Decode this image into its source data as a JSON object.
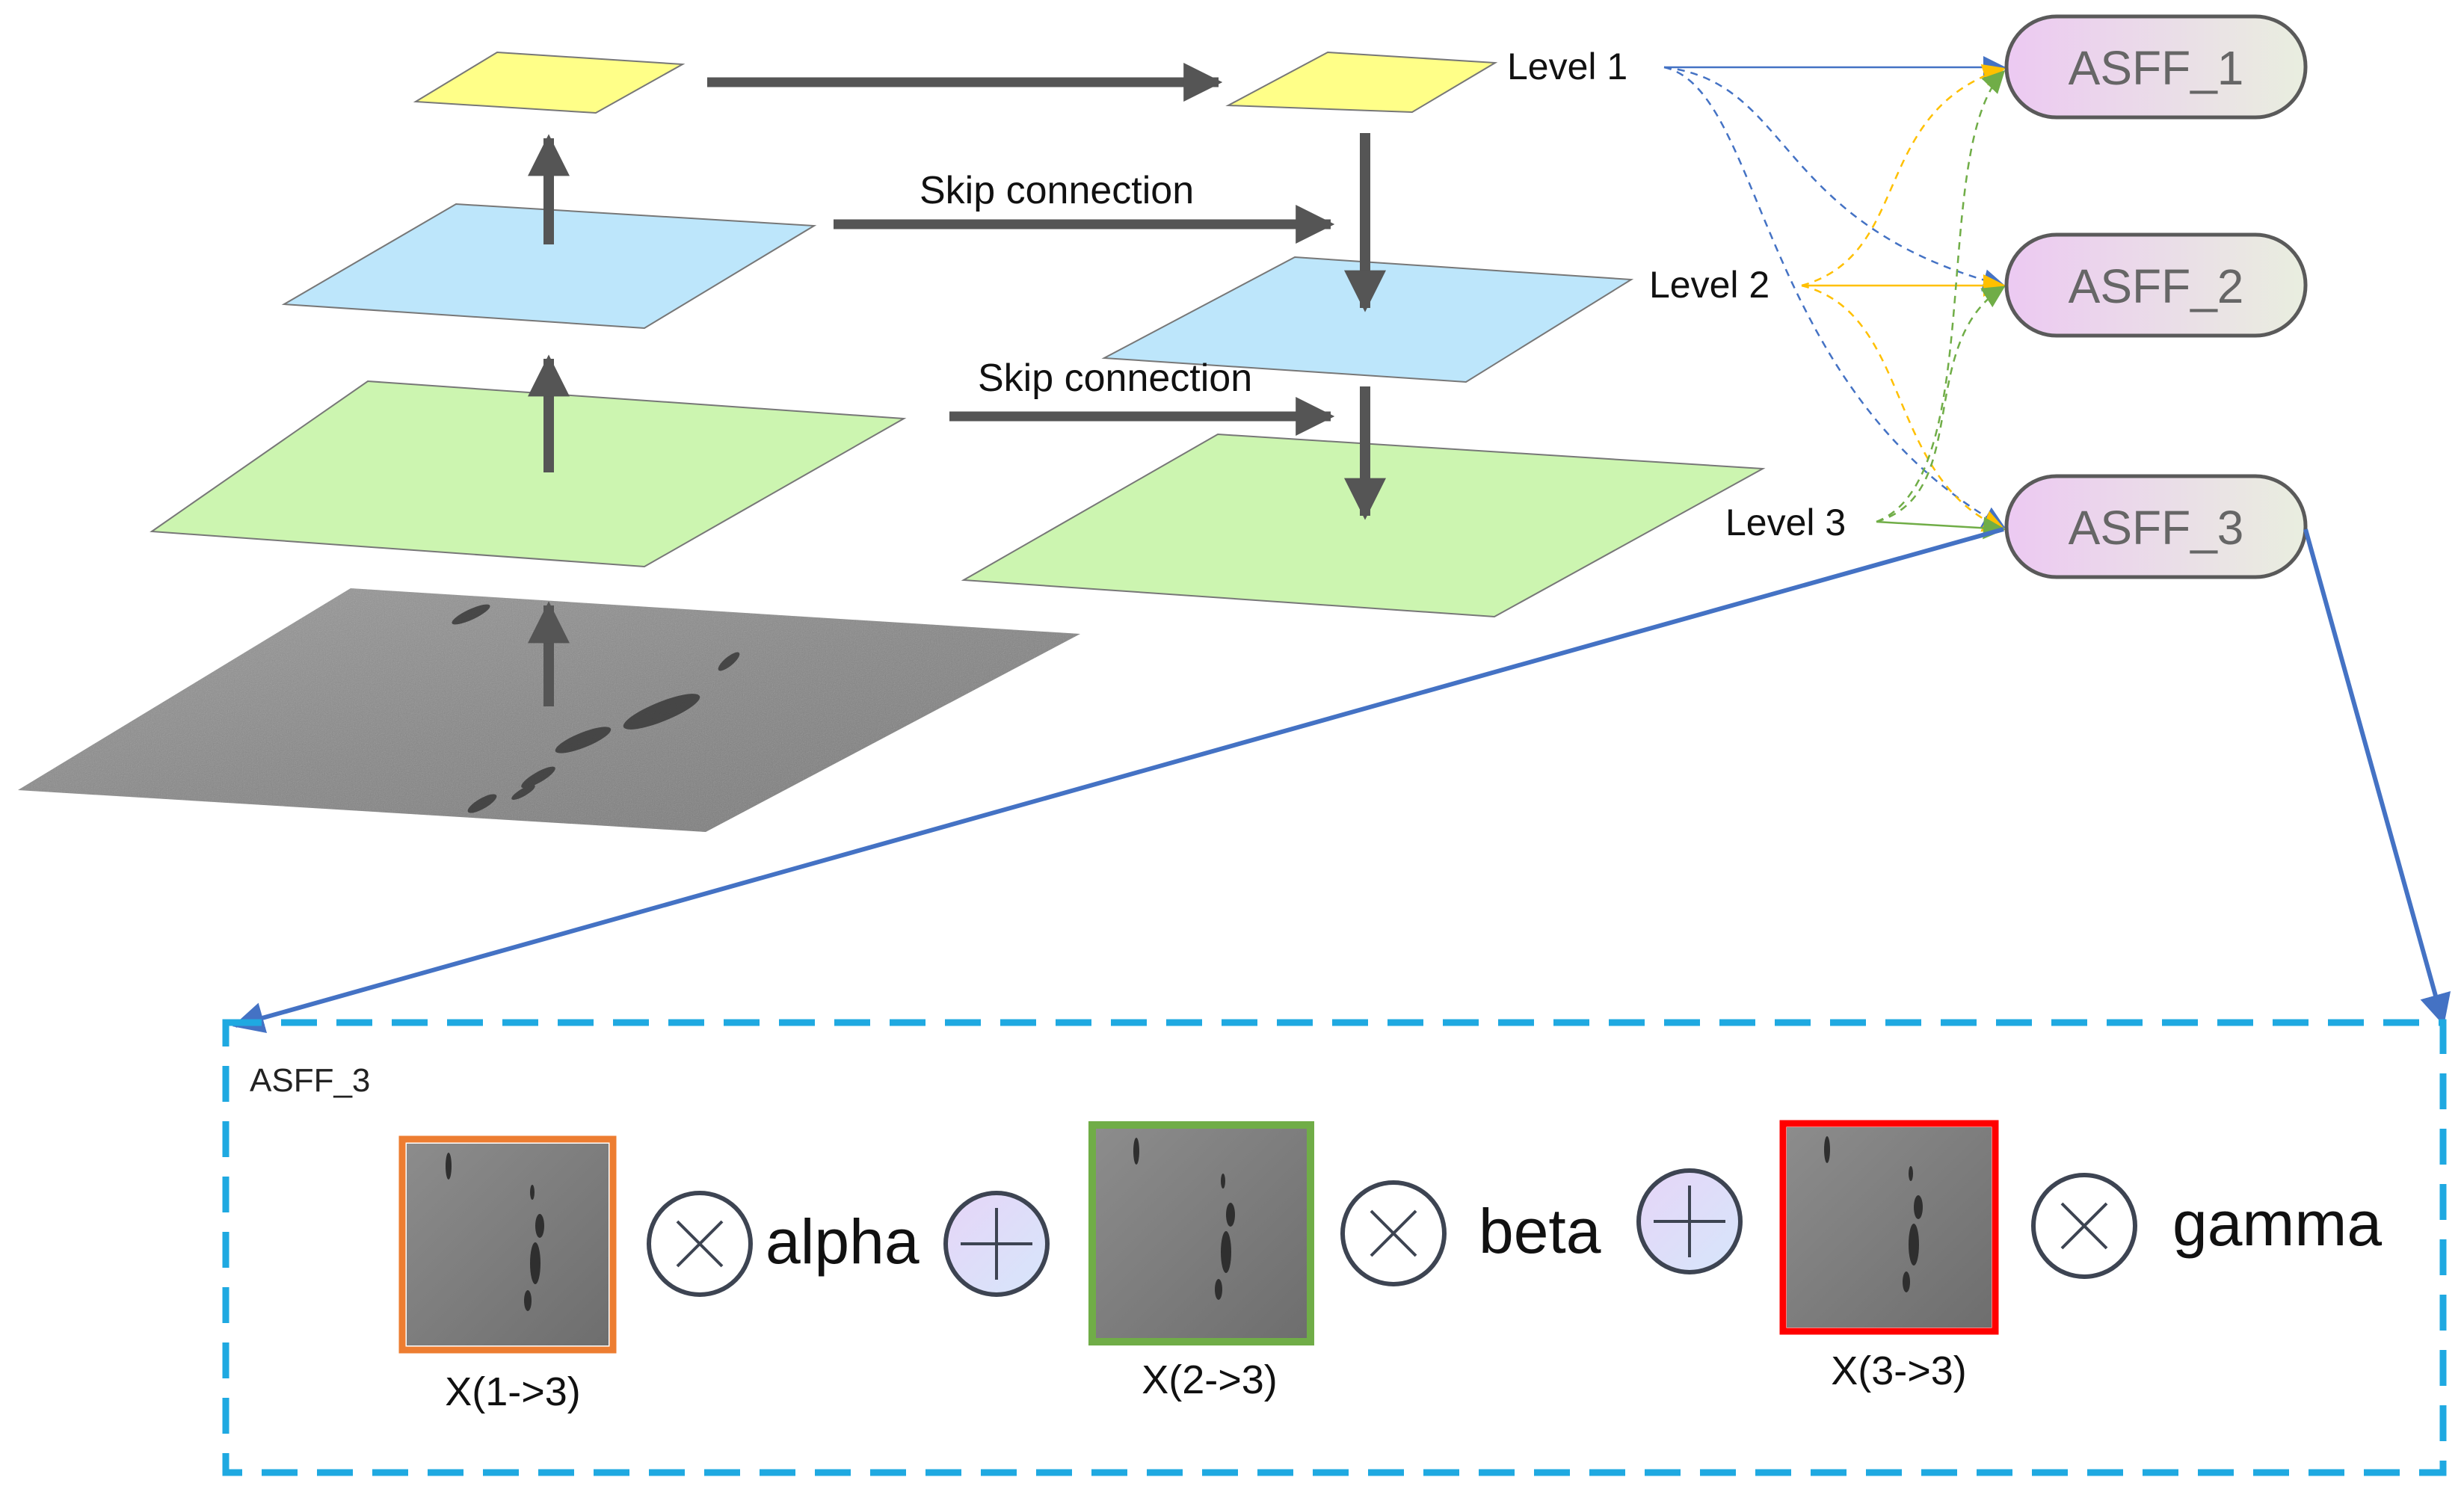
{
  "feature_pyramid": {
    "skip_labels": [
      "Skip connection",
      "Skip connection"
    ],
    "level_labels": [
      "Level 1",
      "Level 2",
      "Level 3"
    ]
  },
  "asff_nodes": [
    "ASFF_1",
    "ASFF_2",
    "ASFF_3"
  ],
  "detail_panel": {
    "title": "ASFF_3",
    "terms": [
      {
        "input_label": "X(1->3)",
        "weight": "alpha",
        "frame_color": "#ED7D31"
      },
      {
        "input_label": "X(2->3)",
        "weight": "beta",
        "frame_color": "#70AD47"
      },
      {
        "input_label": "X(3->3)",
        "weight": "gamma",
        "frame_color": "#FF0000"
      }
    ]
  },
  "colors": {
    "yellow_layer": "#FFFF88",
    "blue_layer": "#BDE6FB",
    "green_layer": "#CCF5B0",
    "arrow_dark": "#555555",
    "level1_link": "#4472C4",
    "level2_link": "#FFC000",
    "level3_link": "#70AD47",
    "panel_border": "#1FA9E1",
    "zoom_link": "#4472C4"
  }
}
